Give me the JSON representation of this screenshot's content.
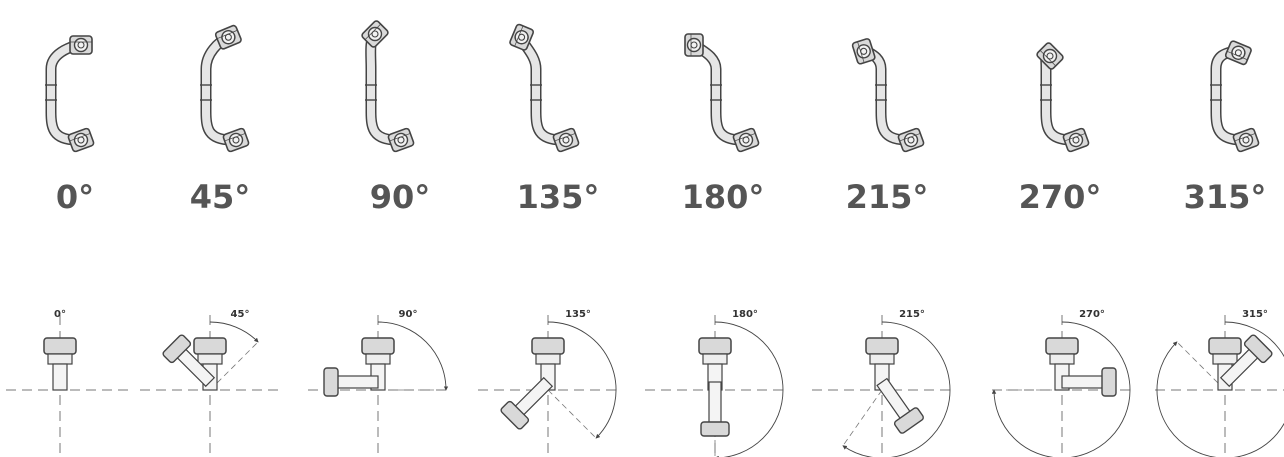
{
  "hoses": {
    "angles": [
      "0°",
      "45°",
      "90°",
      "135°",
      "180°",
      "215°",
      "270°",
      "315°"
    ],
    "offsets_deg": [
      0,
      45,
      90,
      135,
      180,
      215,
      270,
      315
    ]
  },
  "colors": {
    "label": "#555555",
    "line": "#444444",
    "dash": "#777777",
    "fitting_fill": "#d9d9d9"
  },
  "icons": {
    "hose": "bent-hose-assembly-icon",
    "fitting": "nut-fitting-icon",
    "arc": "angle-arc-icon"
  }
}
